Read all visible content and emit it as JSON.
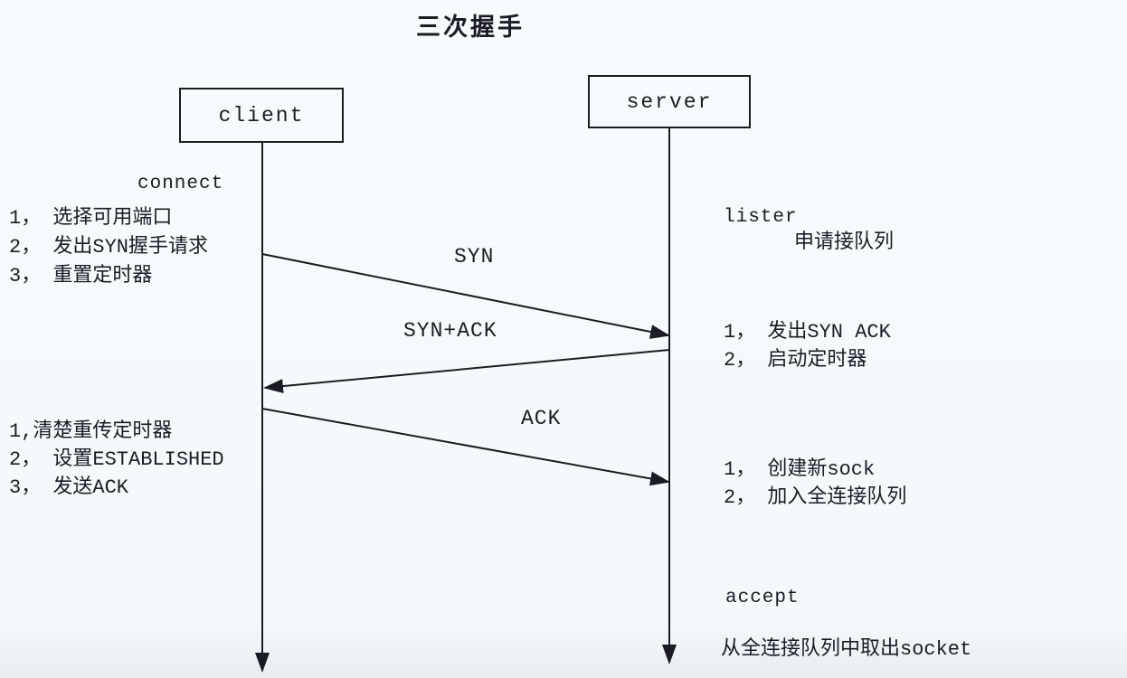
{
  "title": "三次握手",
  "colors": {
    "background": "#f6f9fc",
    "line": "#1b1b26",
    "text": "#1c1c27"
  },
  "actors": {
    "client": "client",
    "server": "server"
  },
  "messages": {
    "syn": "SYN",
    "syn_ack": "SYN+ACK",
    "ack": "ACK"
  },
  "client_side": {
    "connect_label": "connect",
    "before_syn": [
      "1， 选择可用端口",
      "2， 发出SYN握手请求",
      "3， 重置定时器"
    ],
    "after_syn_ack": [
      "1,清楚重传定时器",
      "2， 设置ESTABLISHED",
      "3， 发送ACK"
    ]
  },
  "server_side": {
    "listen_label": "lister",
    "listen_note": "申请接队列",
    "after_syn": [
      "1， 发出SYN ACK",
      "2， 启动定时器"
    ],
    "after_ack": [
      "1， 创建新sock",
      "2， 加入全连接队列"
    ],
    "accept_label": "accept",
    "accept_note": "从全连接队列中取出socket"
  }
}
